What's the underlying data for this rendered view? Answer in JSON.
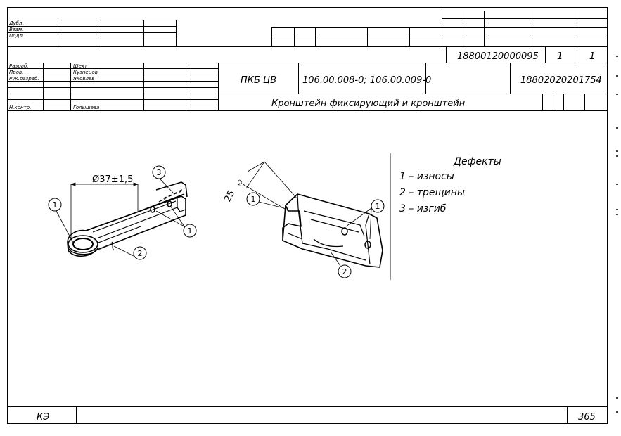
{
  "header": {
    "top_labels": [
      "Дубл.",
      "Взам.",
      "Подл."
    ],
    "doc_code_1": "18800120000095",
    "sheet": "1",
    "sheets": "1",
    "people": [
      {
        "role": "Разраб.",
        "name": "Шехт"
      },
      {
        "role": "Пров.",
        "name": "Кузнецов"
      },
      {
        "role": "Рук.разраб.",
        "name": "Яковлев"
      },
      {
        "role": "",
        "name": ""
      },
      {
        "role": "Н.контр.",
        "name": "Голышева"
      }
    ],
    "org": "ПКБ ЦВ",
    "drawing_numbers": "106.00.008-0; 106.00.009-0",
    "doc_code_2": "18802020201754",
    "title": "Кронштейн фиксирующий и кронштейн"
  },
  "drawing": {
    "dim_diameter": "Ø37±1,5",
    "dim_angle": "25",
    "dim_angle_tol": "+2",
    "callouts_left": [
      "1",
      "3",
      "1",
      "2"
    ],
    "callouts_right": [
      "1",
      "1",
      "2"
    ]
  },
  "legend": {
    "title": "Дефекты",
    "items": [
      "1 – износы",
      "2 – трещины",
      "3 – изгиб"
    ]
  },
  "footer": {
    "left": "КЭ",
    "page": "365"
  }
}
